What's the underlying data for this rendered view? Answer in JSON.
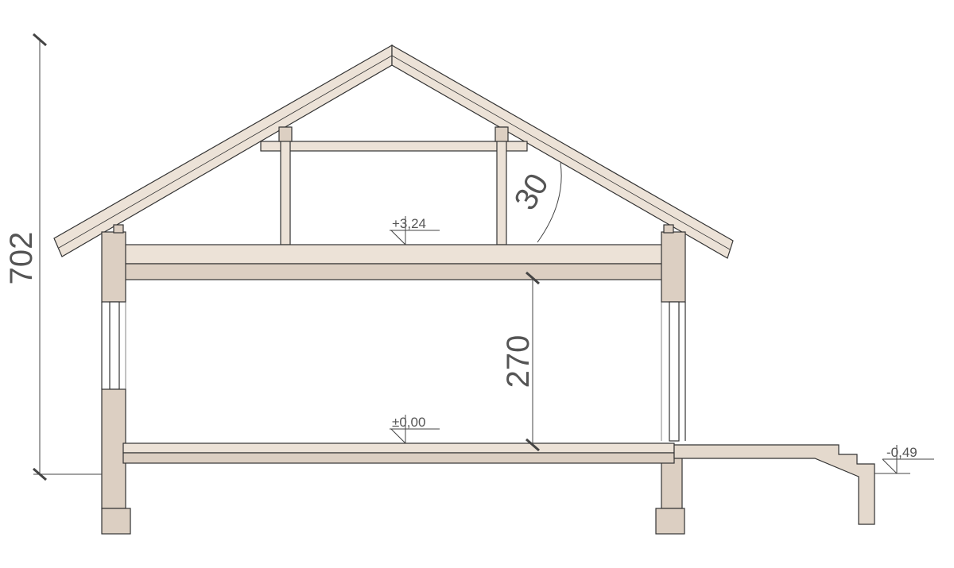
{
  "drawing": {
    "overall_height": "702",
    "room_height": "270",
    "roof_pitch": "30",
    "levels": {
      "attic_floor": "+3,24",
      "ground_floor": "±0,00",
      "terrain": "-0,49"
    }
  },
  "colors": {
    "light_fill": "#ece2d7",
    "dark_fill": "#dccfc2",
    "stroke": "#333333",
    "dim_line": "#444444"
  }
}
